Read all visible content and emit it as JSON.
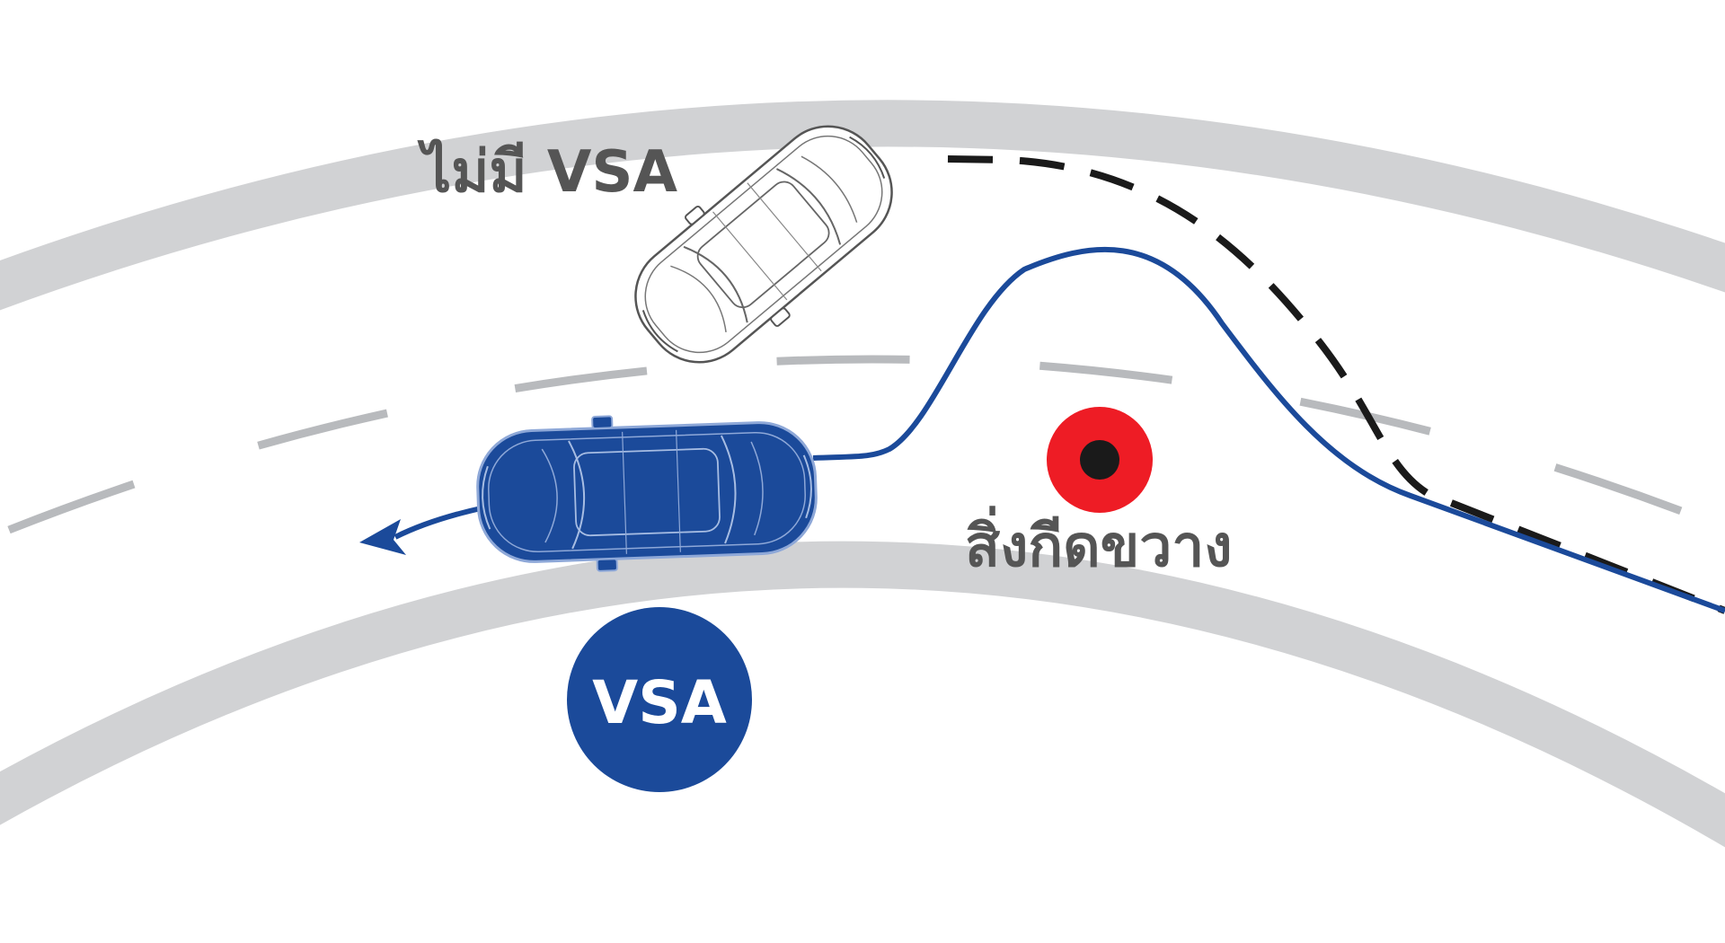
{
  "labels": {
    "without_vsa": "ไม่มี VSA",
    "obstacle": "สิ่งกีดขวาง",
    "vsa_badge": "VSA"
  },
  "colors": {
    "background": "#ffffff",
    "road_edge": "#d1d2d4",
    "lane_dash": "#b8babd",
    "vsa_path": "#1b4a9a",
    "vsa_car_body": "#1b4a9a",
    "vsa_car_lines": "#8ea8d8",
    "no_vsa_path": "#1a1a1a",
    "no_vsa_car_body": "#ffffff",
    "no_vsa_car_lines": "#555555",
    "obstacle_outer": "#ee1c25",
    "obstacle_inner": "#1a1a1a",
    "badge_fill": "#1b4a9a",
    "badge_text": "#ffffff",
    "label_text": "#555555"
  }
}
